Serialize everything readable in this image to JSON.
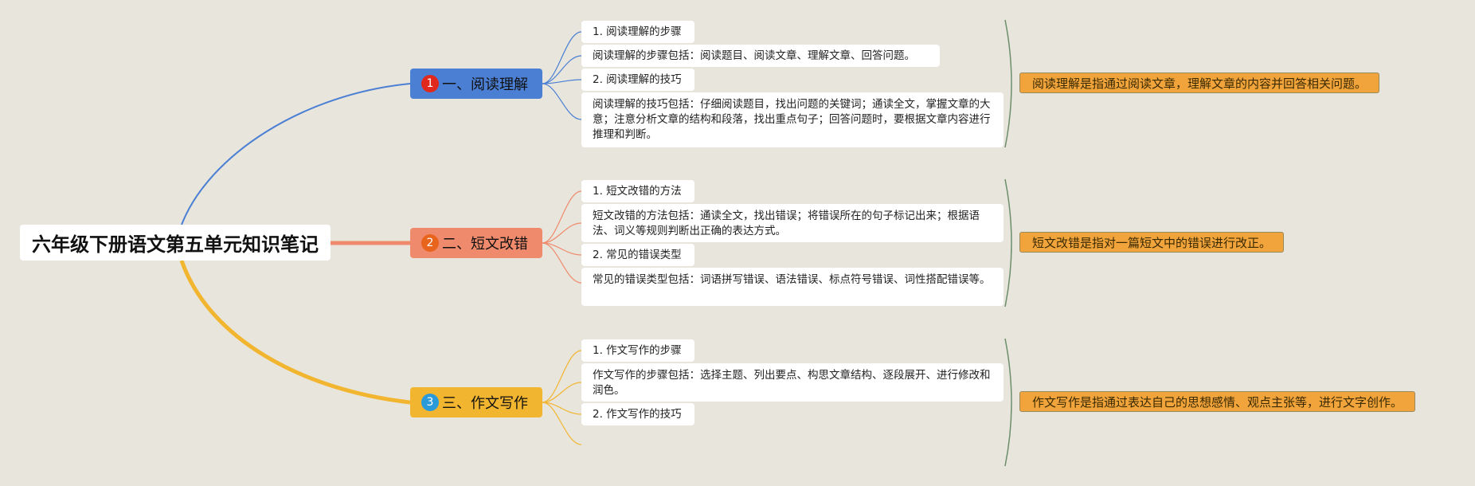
{
  "root": {
    "title": "六年级下册语文第五单元知识笔记"
  },
  "colors": {
    "background": "#e8e5dc",
    "branch1": "#4a7fd4",
    "branch2": "#f08a6c",
    "branch3": "#f2b530",
    "summary": "#f2a43c",
    "bracket": "#6b8f6b"
  },
  "branches": [
    {
      "number": "1",
      "badge_color": "#e0281c",
      "label": "一、阅读理解",
      "items": [
        "1. 阅读理解的步骤",
        "阅读理解的步骤包括：阅读题目、阅读文章、理解文章、回答问题。",
        "2. 阅读理解的技巧",
        "阅读理解的技巧包括：仔细阅读题目，找出问题的关键词；通读全文，掌握文章的大意；注意分析文章的结构和段落，找出重点句子；回答问题时，要根据文章内容进行推理和判断。"
      ],
      "summary": "阅读理解是指通过阅读文章，理解文章的内容并回答相关问题。"
    },
    {
      "number": "2",
      "badge_color": "#e8641c",
      "label": "二、短文改错",
      "items": [
        "1. 短文改错的方法",
        "短文改错的方法包括：通读全文，找出错误；将错误所在的句子标记出来；根据语法、词义等规则判断出正确的表达方式。",
        "2. 常见的错误类型",
        "常见的错误类型包括：词语拼写错误、语法错误、标点符号错误、词性搭配错误等。"
      ],
      "summary": "短文改错是指对一篇短文中的错误进行改正。"
    },
    {
      "number": "3",
      "badge_color": "#2a9ad8",
      "label": "三、作文写作",
      "items": [
        "1. 作文写作的步骤",
        "作文写作的步骤包括：选择主题、列出要点、构思文章结构、逐段展开、进行修改和润色。",
        "2. 作文写作的技巧"
      ],
      "summary": "作文写作是指通过表达自己的思想感情、观点主张等，进行文字创作。"
    }
  ]
}
